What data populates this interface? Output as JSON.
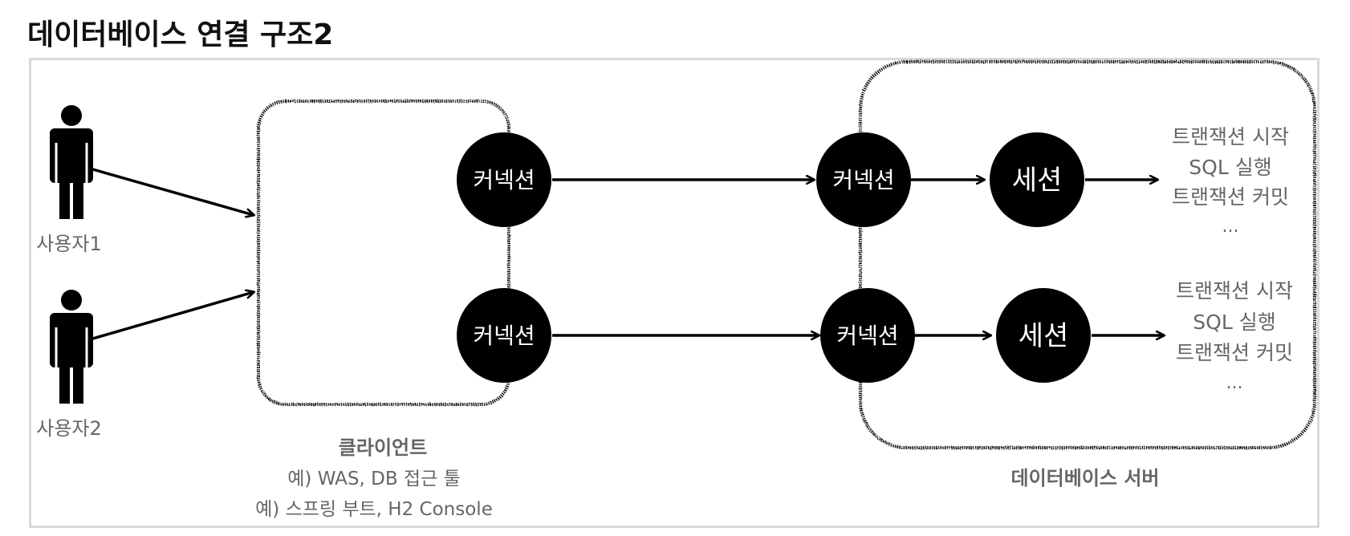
{
  "title": "데이터베이스 연결 구조2",
  "users": [
    {
      "label": "사용자1"
    },
    {
      "label": "사용자2"
    }
  ],
  "client": {
    "title": "클라이언트",
    "lines": [
      "예) WAS, DB 접근 툴",
      "예) 스프링 부트, H2 Console"
    ],
    "connections": [
      "커넥션",
      "커넥션"
    ]
  },
  "server": {
    "title": "데이터베이스 서버",
    "connections": [
      "커넥션",
      "커넥션"
    ],
    "sessions": [
      "세션",
      "세션"
    ],
    "tasks": [
      [
        "트랜잭션 시작",
        "SQL 실행",
        "트랜잭션 커밋",
        "..."
      ],
      [
        "트랜잭션 시작",
        "SQL 실행",
        "트랜잭션 커밋",
        "..."
      ]
    ]
  },
  "colors": {
    "node_fill": "#000000",
    "node_text": "#ffffff",
    "label_gray": "#666666",
    "frame_border": "#d9d9d9"
  },
  "icons": [
    "person-icon",
    "person-icon"
  ]
}
